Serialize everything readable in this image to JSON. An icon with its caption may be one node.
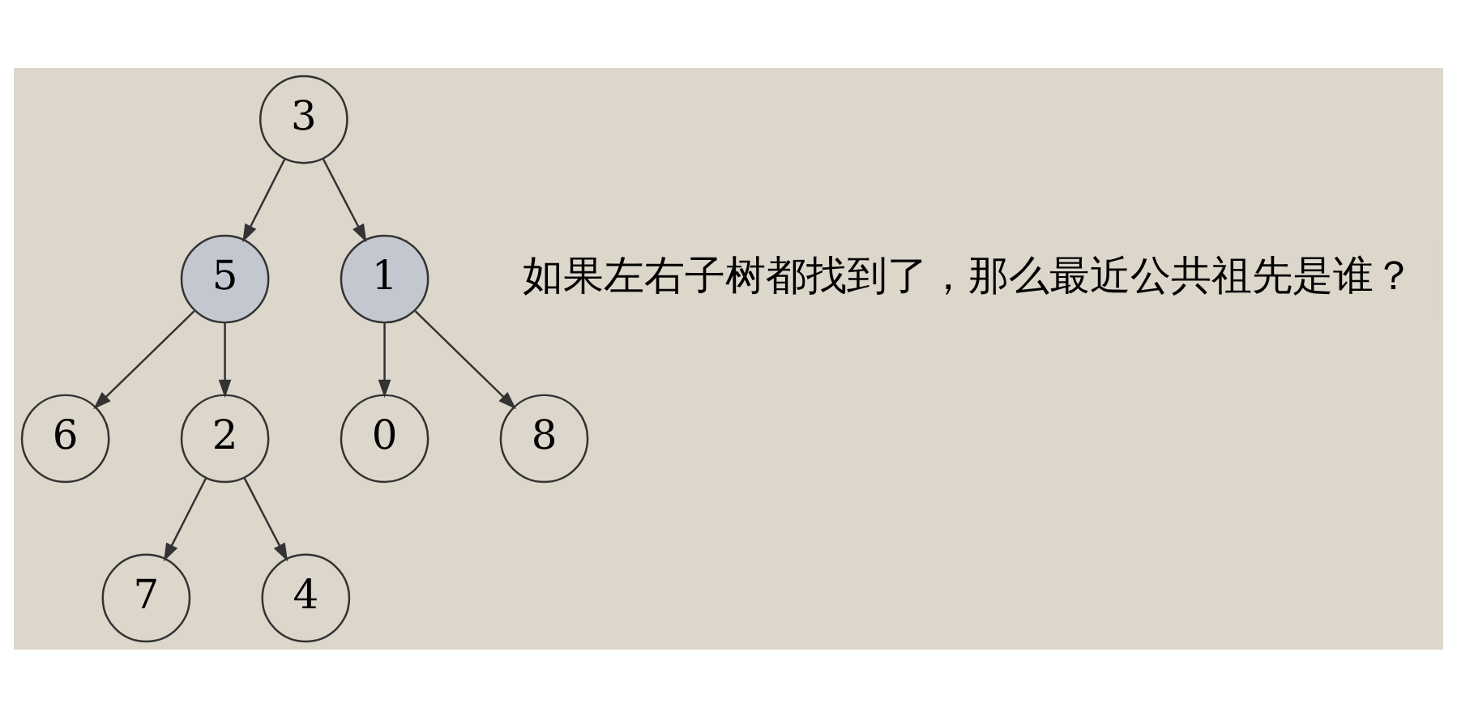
{
  "diagram": {
    "nodes": [
      {
        "text": [
          "3"
        ]
      },
      {
        "text": [
          "5"
        ]
      },
      {
        "text": [
          "1"
        ]
      },
      {
        "text": [
          "6"
        ]
      },
      {
        "text": [
          "2"
        ]
      },
      {
        "text": [
          "0"
        ]
      },
      {
        "text": [
          "8"
        ]
      },
      {
        "text": [
          "7"
        ]
      },
      {
        "text": [
          "4"
        ]
      }
    ],
    "edges": [
      {
        "from": 0,
        "to": 1,
        "arrow": "to"
      },
      {
        "from": 0,
        "to": 2,
        "arrow": "to"
      },
      {
        "from": 1,
        "to": 3,
        "arrow": "to"
      },
      {
        "from": 1,
        "to": 4,
        "arrow": "to"
      },
      {
        "from": 2,
        "to": 5,
        "arrow": "to"
      },
      {
        "from": 2,
        "to": 6,
        "arrow": "to"
      },
      {
        "from": 4,
        "to": 7,
        "arrow": "to"
      },
      {
        "from": 4,
        "to": 8,
        "arrow": "to"
      }
    ],
    "labels": [
      "如果左右子树都找到了，那么最近公共祖先是谁？"
    ]
  }
}
